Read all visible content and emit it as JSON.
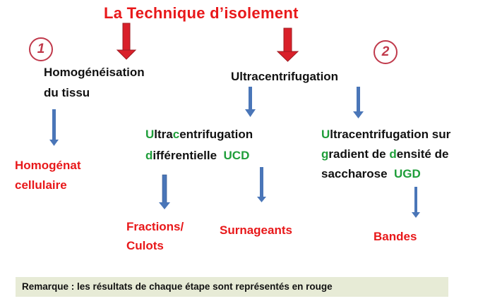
{
  "title": "La  Technique  d’isolement",
  "markers": {
    "step1": "1",
    "step2": "2"
  },
  "nodes": {
    "homogeneisation": {
      "line1": "Homogénéisation",
      "line2": "du tissu"
    },
    "ultracentrifugation": "Ultracentrifugation",
    "homogenat": {
      "line1": "Homogénat",
      "line2": "cellulaire"
    },
    "ucd": {
      "line1_a": "U",
      "line1_b": "ltra",
      "line1_c": "c",
      "line1_d": "entrifugation",
      "line2_a": "d",
      "line2_b": "ifférentielle  ",
      "line2_c": "UCD"
    },
    "ugd": {
      "line1_a": "U",
      "line1_b": "ltracentrifugation sur",
      "line2_a": "g",
      "line2_b": "radient de ",
      "line2_c": "d",
      "line2_d": "ensité de",
      "line3_a": "saccharose  ",
      "line3_b": "UGD"
    },
    "fractions": {
      "line1": "Fractions/",
      "line2": "Culots"
    },
    "surnageants": "Surnageants",
    "bandes": "Bandes"
  },
  "remark": "Remarque : les résultats  de chaque étape sont représentés en rouge",
  "colors": {
    "title": "#e8181a",
    "result_red": "#e8181a",
    "initial_green": "#1f9e3a",
    "text_black": "#111111",
    "arrow_blue": "#4a76b8",
    "arrow_red": "#d9202a",
    "circle_border": "#c0394b",
    "remark_bg": "#e7ebd6"
  }
}
